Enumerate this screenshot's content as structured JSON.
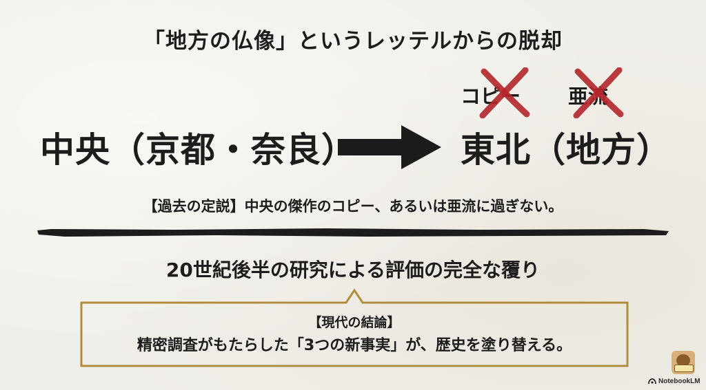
{
  "slide": {
    "title": "「地方の仏像」というレッテルからの脱却",
    "left_phrase": "中央（京都・奈良）",
    "right_phrase": "東北（地方）",
    "crossed_out_words": [
      "コピー",
      "亜流"
    ],
    "old_theory": "【過去の定説】中央の傑作のコピー、あるいは亜流に過ぎない。",
    "subtitle": "20世紀後半の研究による評価の完全な覆り",
    "callout_heading": "【現代の結論】",
    "callout_body": "精密調査がもたらした「3つの新事実」が、歴史を塗り替える。"
  },
  "watermark": {
    "label": "NotebookLM"
  },
  "icons": {
    "arrow": "right-arrow-icon",
    "cross": "red-x-mark-icon",
    "badge": "mascot-badge-icon",
    "watermark_logo": "notebooklm-logo-icon"
  },
  "colors": {
    "background": "#f1efe9",
    "text": "#1c1c1c",
    "cross_red": "#b3262b",
    "callout_gold": "#b08d3a"
  }
}
